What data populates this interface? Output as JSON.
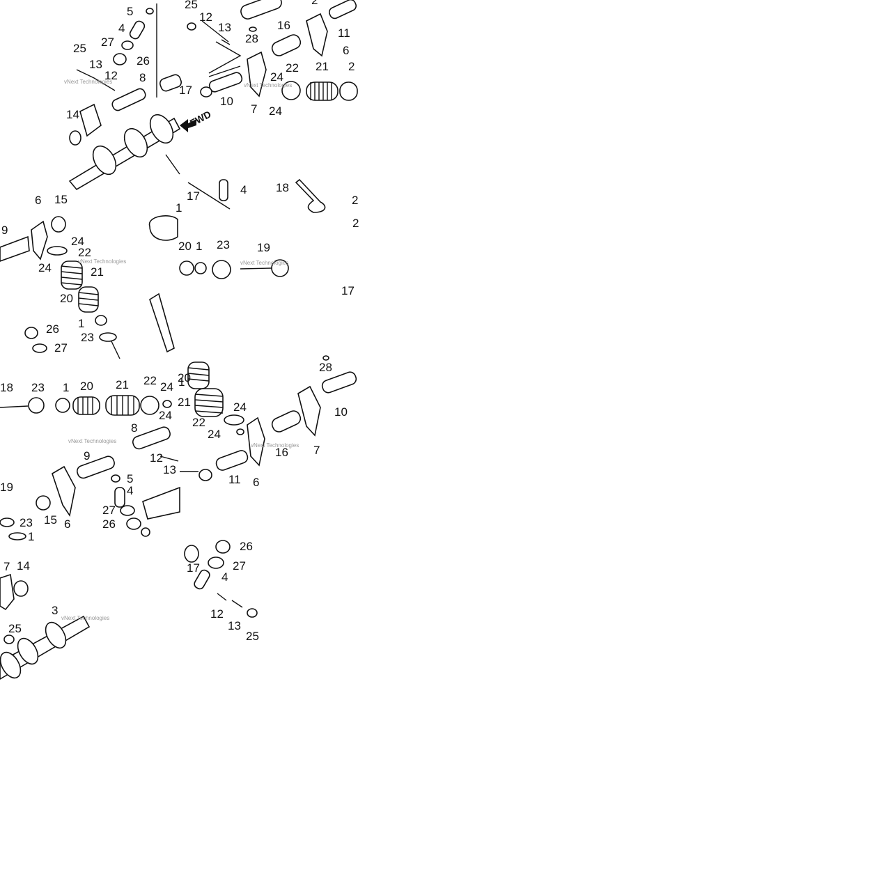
{
  "diagram": {
    "watermark": "vNext Technologies",
    "direction_marker": "FWD",
    "tiles": [
      {
        "labels": [
          "5",
          "4",
          "25",
          "13",
          "27",
          "26",
          "12",
          "8",
          "14",
          "25",
          "12",
          "13",
          "28",
          "16",
          "2",
          "11",
          "6",
          "17",
          "10",
          "7",
          "24",
          "22",
          "21",
          "2",
          "24"
        ]
      },
      {
        "labels": [
          "6",
          "15",
          "9",
          "24",
          "22",
          "24",
          "21",
          "20",
          "1",
          "23",
          "26",
          "27",
          "1",
          "17",
          "4",
          "18",
          "2",
          "2",
          "20",
          "1",
          "23",
          "19",
          "17"
        ]
      },
      {
        "labels": [
          "18",
          "23",
          "1",
          "20",
          "21",
          "22",
          "24",
          "24",
          "8",
          "12",
          "13",
          "9",
          "5",
          "4",
          "19",
          "15",
          "6",
          "27",
          "26",
          "23",
          "1",
          "1",
          "28",
          "10",
          "20",
          "21",
          "24",
          "22",
          "24",
          "16",
          "7",
          "11",
          "6"
        ]
      },
      {
        "labels": [
          "7",
          "14",
          "25",
          "3",
          "26",
          "17",
          "27",
          "4",
          "12",
          "13",
          "25"
        ]
      }
    ]
  }
}
